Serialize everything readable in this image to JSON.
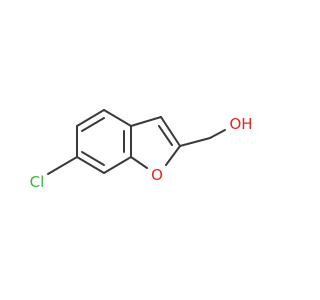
{
  "molecule": {
    "atoms": {
      "chlorine": "Cl",
      "ring_oxygen": "O",
      "hydroxyl": "OH"
    },
    "colors": {
      "bond": "#3a3a3a",
      "chlorine": "#3cb43c",
      "oxygen": "#e8231e"
    }
  }
}
